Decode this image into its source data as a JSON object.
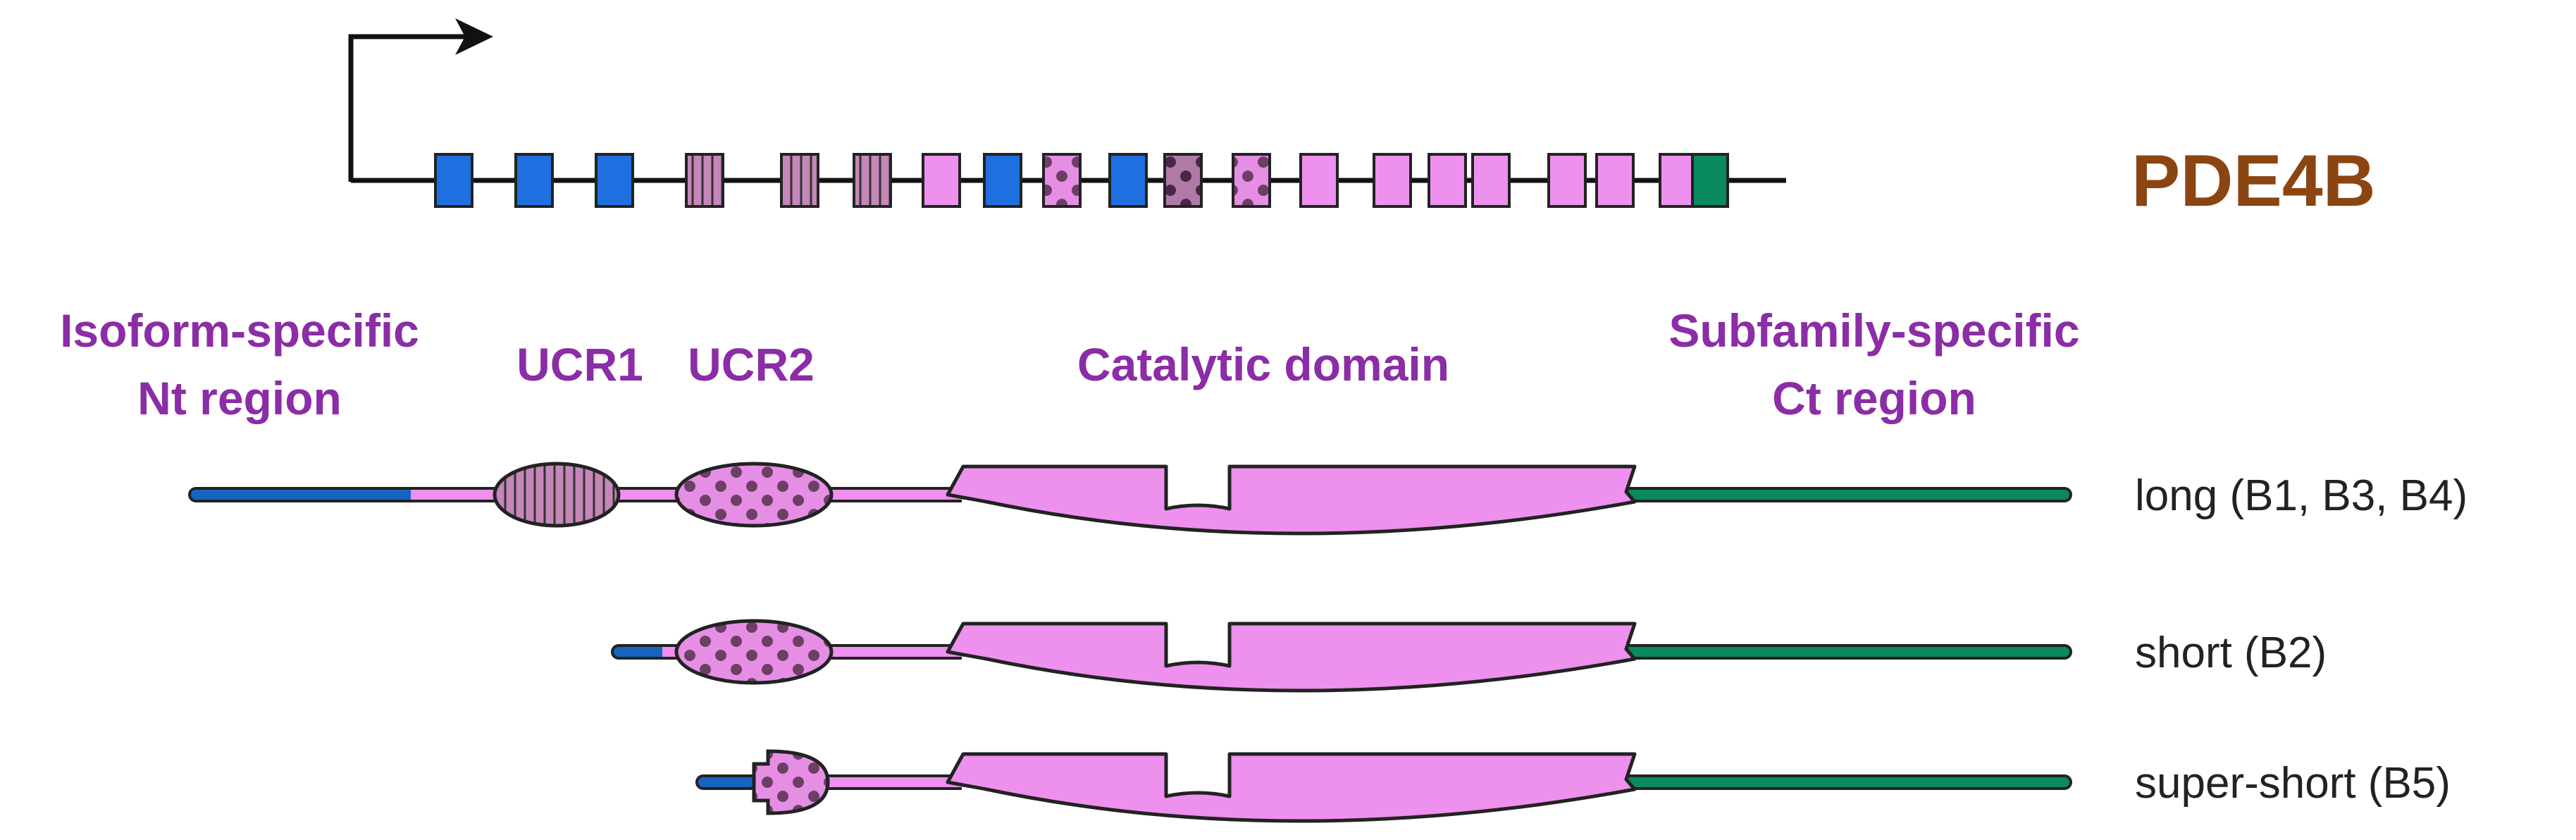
{
  "gene": {
    "name": "PDE4B",
    "exons": [
      {
        "pattern": "blue"
      },
      {
        "pattern": "blue"
      },
      {
        "pattern": "blue"
      },
      {
        "pattern": "ucr1"
      },
      {
        "pattern": "ucr1"
      },
      {
        "pattern": "ucr1"
      },
      {
        "pattern": "pink"
      },
      {
        "pattern": "blue"
      },
      {
        "pattern": "ucr2"
      },
      {
        "pattern": "blue"
      },
      {
        "pattern": "ucr2dark"
      },
      {
        "pattern": "ucr2"
      },
      {
        "pattern": "pink"
      },
      {
        "pattern": "pink"
      },
      {
        "pattern": "pink"
      },
      {
        "pattern": "pink"
      },
      {
        "pattern": "pink"
      },
      {
        "pattern": "pink"
      },
      {
        "pattern": "pink-green"
      }
    ]
  },
  "regions": {
    "nt": {
      "line1": "Isoform-specific",
      "line2": "Nt region"
    },
    "ucr1": "UCR1",
    "ucr2": "UCR2",
    "catalytic": "Catalytic domain",
    "ct": {
      "line1": "Subfamily-specific",
      "line2": "Ct region"
    }
  },
  "isoforms": [
    {
      "label": "long (B1, B3, B4)",
      "has_ucr1": true,
      "ucr2": "full"
    },
    {
      "label": "short (B2)",
      "has_ucr1": false,
      "ucr2": "full"
    },
    {
      "label": "super-short (B5)",
      "has_ucr1": false,
      "ucr2": "truncated"
    }
  ],
  "colors": {
    "label_purple": "#8B2DA6",
    "gene_brown": "#8B4513",
    "nt_blue": "#1565C0",
    "exon_blue": "#1E6FE0",
    "pink": "#EE90EE",
    "mauve": "#C586B8",
    "dark_mauve": "#9E5A92",
    "ct_green": "#0A8A60",
    "outline": "#222222"
  }
}
